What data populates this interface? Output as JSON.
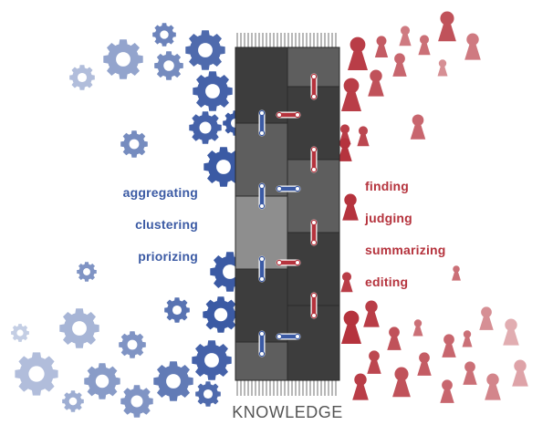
{
  "colors": {
    "machine": "#3b5aa4",
    "human": "#b5333d",
    "wall_dark": "#3d3d3d",
    "wall_mid": "#5e5e5e",
    "wall_light": "#8e8e8e"
  },
  "left_labels": [
    "aggregating",
    "clustering",
    "priorizing"
  ],
  "right_labels": [
    "finding",
    "judging",
    "summarizing",
    "editing"
  ],
  "caption": "KNOWLEDGE",
  "icons": {
    "left_group": "gear-icon",
    "right_group": "person-icon",
    "connector": "link-icon"
  }
}
